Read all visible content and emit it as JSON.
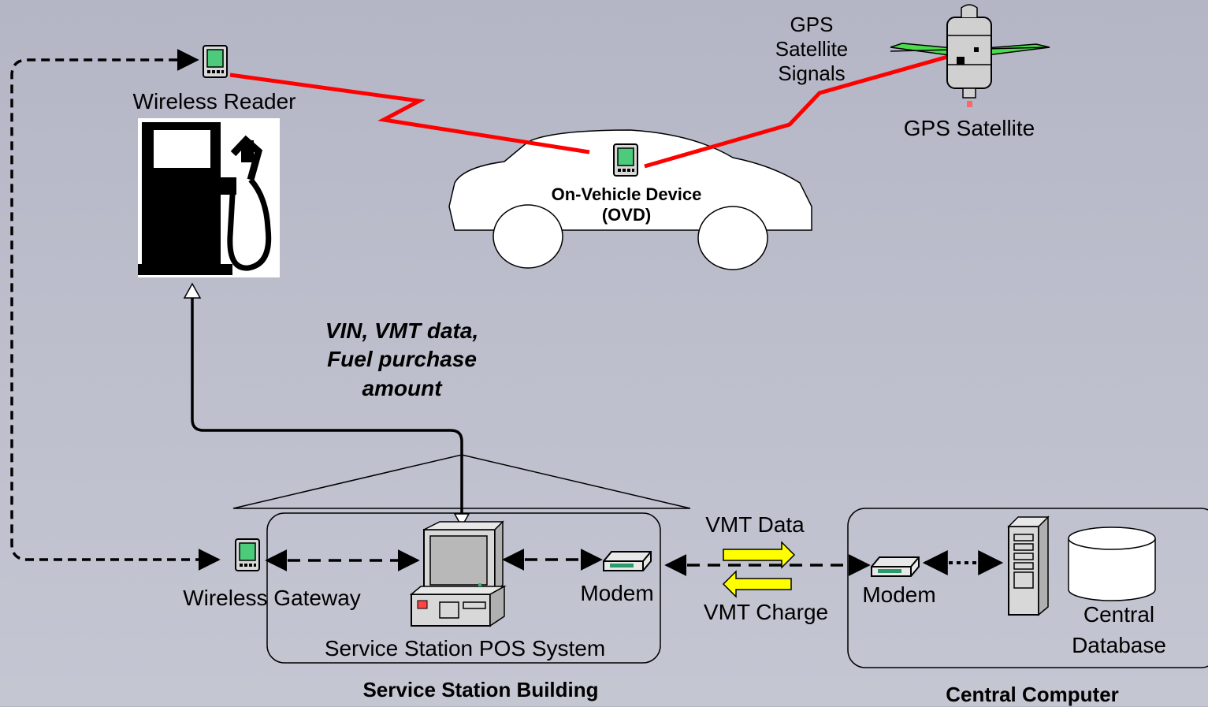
{
  "labels": {
    "gps_signals": "GPS\nSatellite\nSignals",
    "gps_satellite": "GPS Satellite",
    "wireless_reader": "Wireless Reader",
    "ovd": "On-Vehicle Device\n(OVD)",
    "data_note": "VIN, VMT data,\nFuel purchase\namount",
    "wireless_gateway": "Wireless Gateway",
    "modem_station": "Modem",
    "pos_system": "Service Station POS System",
    "vmt_data": "VMT Data",
    "vmt_charge": "VMT Charge",
    "modem_central": "Modem",
    "central_database": "Central\nDatabase",
    "service_station_building": "Service Station Building",
    "central_computer": "Central Computer"
  },
  "colors": {
    "wireless_link": "#ff0000",
    "solar_panel": "#44cc44",
    "flow_arrow_fill": "#ffff00",
    "device_screen": "#33bb66"
  }
}
